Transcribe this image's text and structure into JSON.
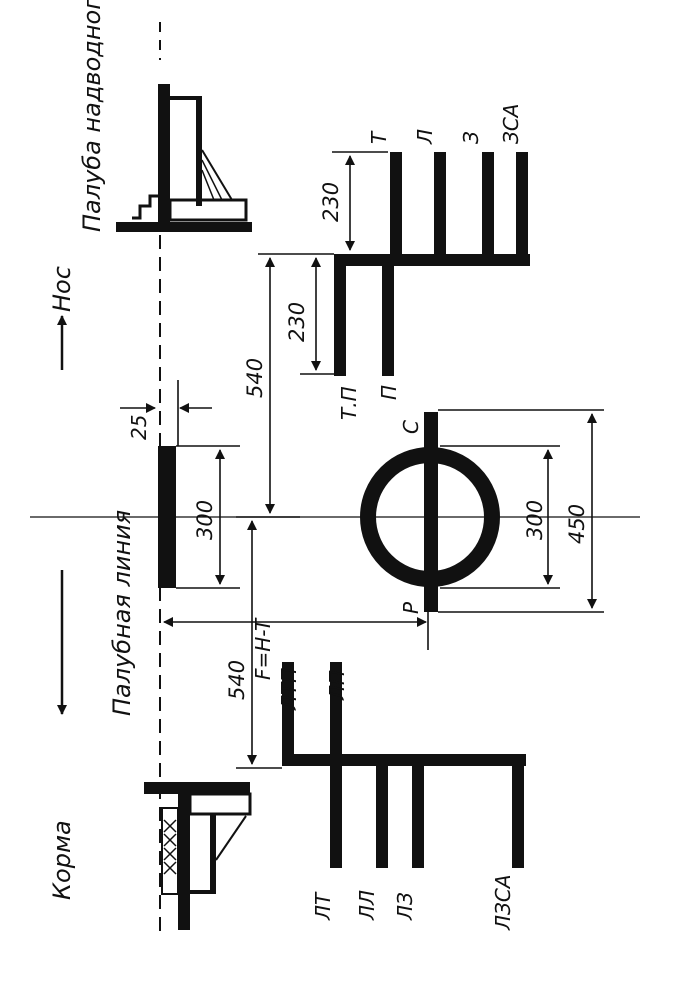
{
  "labels": {
    "deck_side": "Палуба надводного борта",
    "bow": "Нос",
    "stern": "Корма",
    "deck_line": "Палубная линия",
    "freeboard_formula": "F=H-T"
  },
  "circle_marks": {
    "top": "С",
    "bottom": "Р"
  },
  "dimensions": {
    "d230_top": "230",
    "d230_mid": "230",
    "d540_upper": "540",
    "d540_lower": "540",
    "d25": "25",
    "d300_deck": "300",
    "d300_circle": "300",
    "d450": "450"
  },
  "upper_comb": {
    "top_marks": [
      "Т",
      "Л",
      "З",
      "ЗСА"
    ],
    "bottom_marks": [
      "Т.П",
      "П"
    ]
  },
  "lower_comb": {
    "top_marks": [
      "ЛТП",
      "ЛП"
    ],
    "bottom_marks": [
      "ЛТ",
      "ЛЛ",
      "ЛЗ",
      "ЛЗСА"
    ]
  }
}
